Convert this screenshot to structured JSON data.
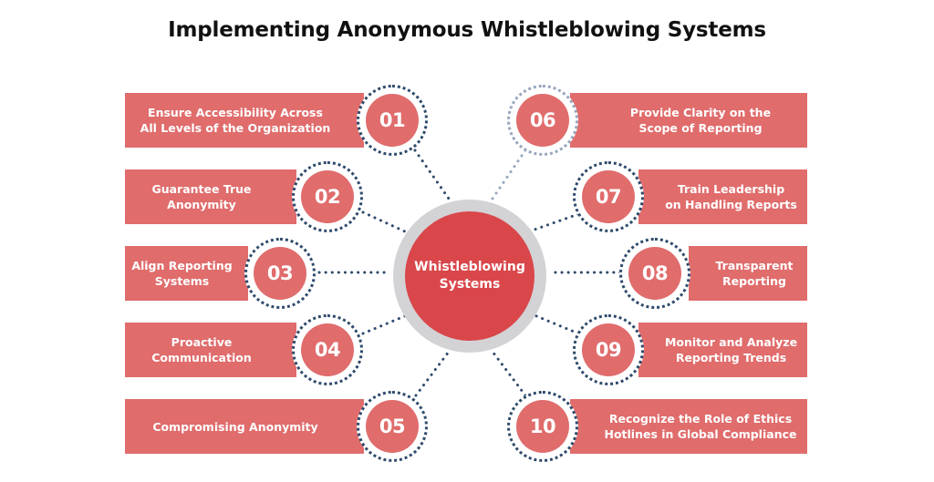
{
  "title": "Implementing Anonymous Whistleblowing Systems",
  "hub": {
    "line1": "Whistleblowing",
    "line2": "Systems"
  },
  "colors": {
    "accent": "#e06c6c",
    "hub": "#d9474b",
    "hub_ring": "#d3d3d6",
    "dots": "#2e4a6b",
    "dots_light": "#98a6bd"
  },
  "items": [
    {
      "number": "01",
      "line1": "Ensure Accessibility Across",
      "line2": "All Levels of the Organization"
    },
    {
      "number": "02",
      "line1": "Guarantee True",
      "line2": "Anonymity"
    },
    {
      "number": "03",
      "line1": "Align Reporting",
      "line2": "Systems"
    },
    {
      "number": "04",
      "line1": "Proactive",
      "line2": "Communication"
    },
    {
      "number": "05",
      "line1": "Compromising Anonymity",
      "line2": ""
    },
    {
      "number": "06",
      "line1": "Provide Clarity on the",
      "line2": "Scope of Reporting"
    },
    {
      "number": "07",
      "line1": "Train Leadership",
      "line2": "on Handling Reports"
    },
    {
      "number": "08",
      "line1": "Transparent",
      "line2": "Reporting"
    },
    {
      "number": "09",
      "line1": "Monitor and Analyze",
      "line2": "Reporting Trends"
    },
    {
      "number": "10",
      "line1": "Recognize the Role of Ethics",
      "line2": "Hotlines in Global Compliance"
    }
  ]
}
